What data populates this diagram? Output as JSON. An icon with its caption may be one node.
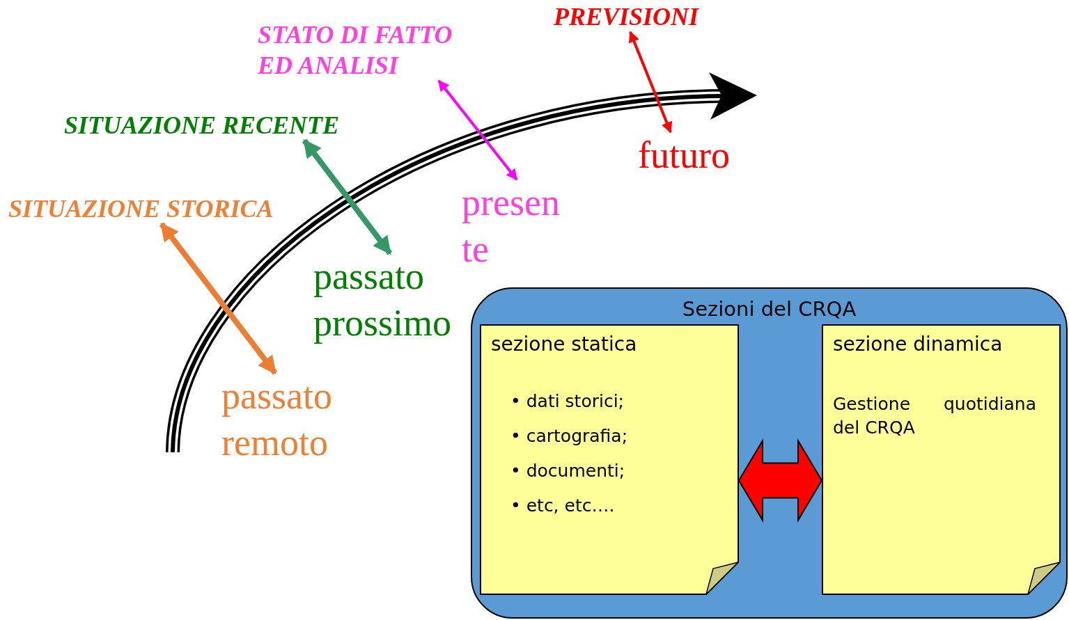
{
  "diagram": {
    "nodes": [
      {
        "text": [
          "PREVISIONI"
        ]
      },
      {
        "text": [
          "STATO DI FATTO ED ANALISI"
        ]
      },
      {
        "text": [
          "futuro"
        ]
      },
      {
        "text": [
          "SITUAZIONE RECENTE"
        ]
      },
      {
        "text": [
          "presen te"
        ]
      },
      {
        "text": [
          "SITUAZIONE STORICA"
        ]
      },
      {
        "text": [
          "passato prossimo"
        ]
      },
      {
        "text": [
          "passato remoto"
        ]
      },
      {
        "text": [
          "Sezioni del CRQA"
        ]
      },
      {
        "text": [
          "sezione statica",
          "• dati storici;",
          "• cartografia;",
          "• documenti;",
          "• etc, etc…."
        ],
        "in": 8
      },
      {
        "text": [
          "sezione dinamica",
          "Gestione quotidiana del CRQA"
        ],
        "in": 8
      }
    ],
    "edges": [
      {
        "from": 0,
        "to": 2,
        "arrow": "both",
        "color": "#ff0000"
      },
      {
        "from": 1,
        "to": 4,
        "arrow": "both",
        "color": "#ff00ff"
      },
      {
        "from": 3,
        "to": 6,
        "arrow": "both",
        "style": "thick",
        "color": "#339966"
      },
      {
        "from": 5,
        "to": 7,
        "arrow": "both",
        "style": "thick",
        "color": "#ed7d31"
      },
      {
        "from": 9,
        "to": 10,
        "arrow": "both",
        "style": "thick",
        "color": "#ff0000"
      }
    ]
  }
}
